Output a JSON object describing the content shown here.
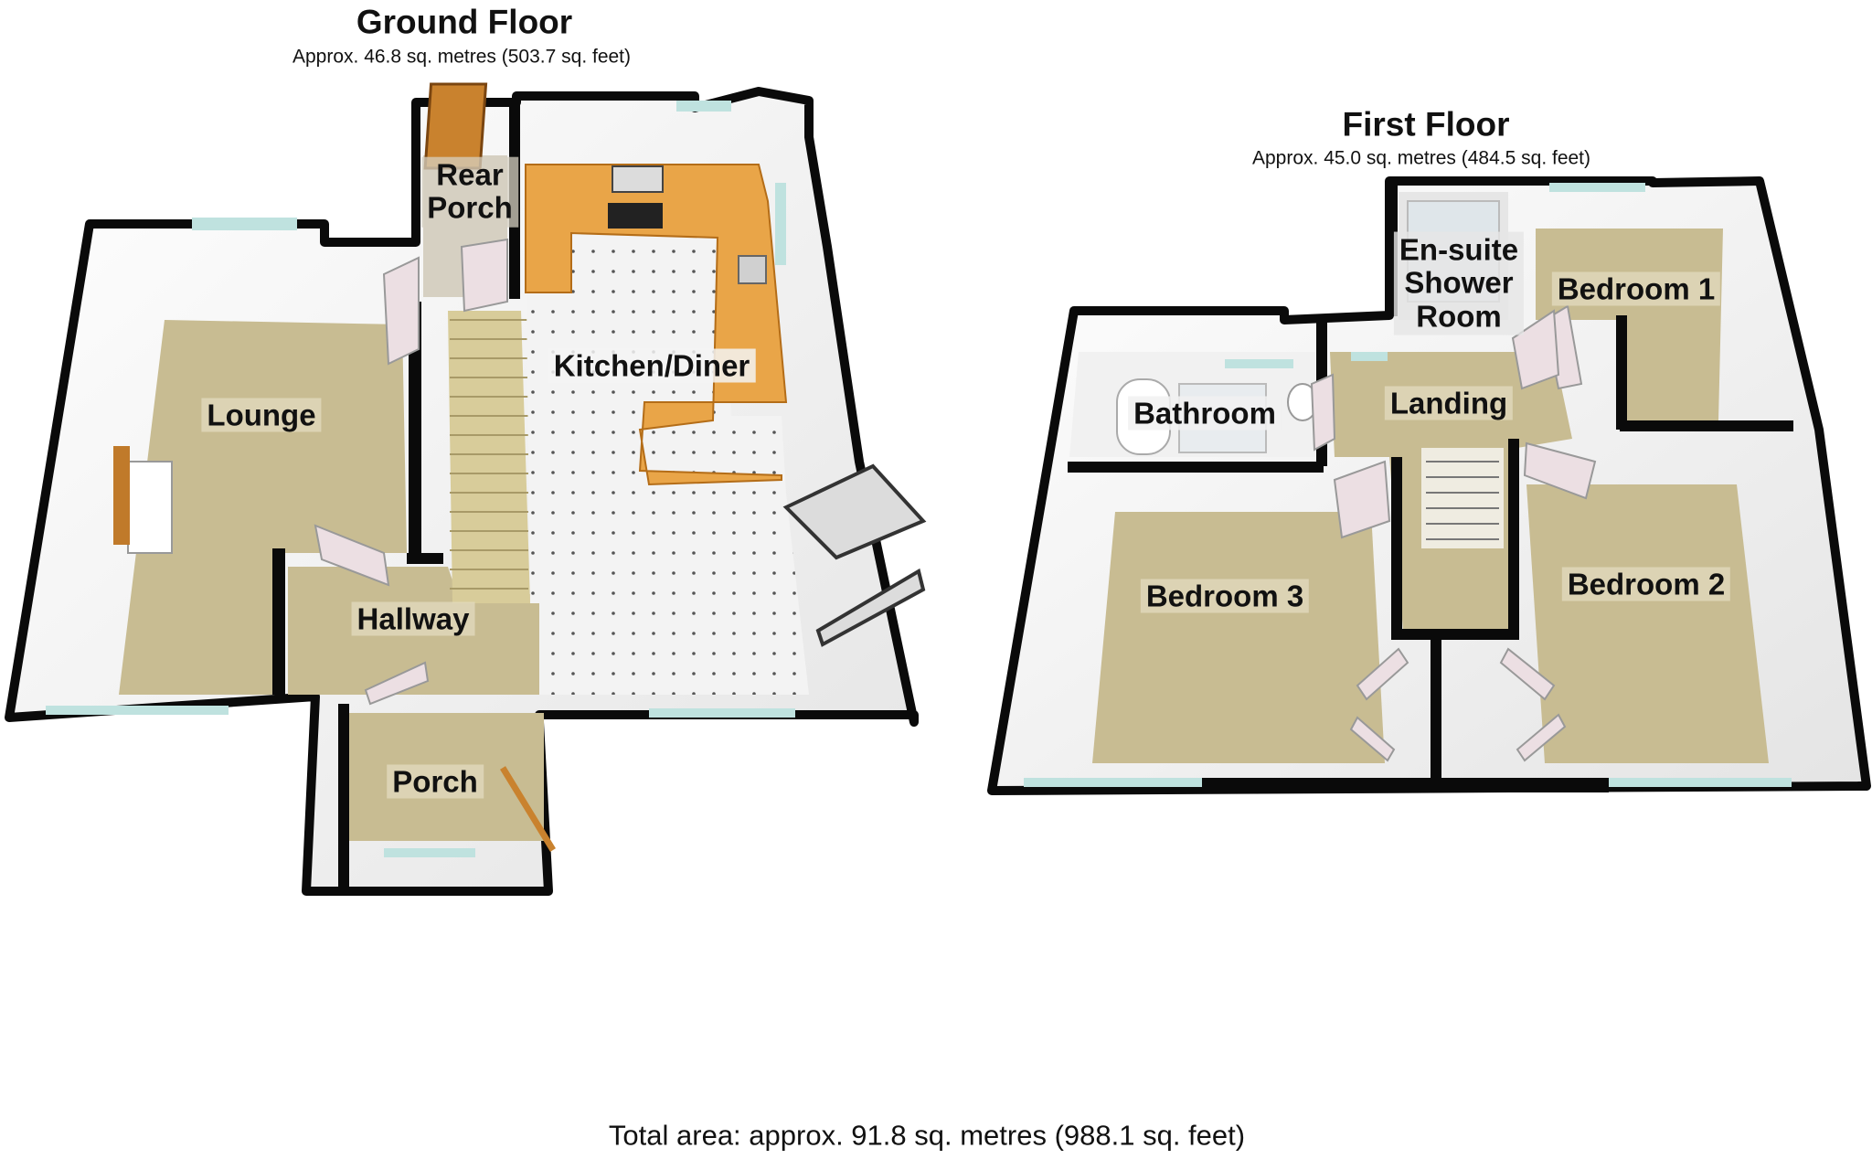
{
  "ground_floor": {
    "title": "Ground Floor",
    "area": "Approx. 46.8 sq. metres (503.7 sq. feet)",
    "rooms": {
      "rear_porch_line1": "Rear",
      "rear_porch_line2": "Porch",
      "kitchen_diner": "Kitchen/Diner",
      "lounge": "Lounge",
      "hallway": "Hallway",
      "porch": "Porch"
    }
  },
  "first_floor": {
    "title": "First Floor",
    "area": "Approx. 45.0 sq. metres (484.5 sq. feet)",
    "rooms": {
      "ensuite_line1": "En-suite",
      "ensuite_line2": "Shower",
      "ensuite_line3": "Room",
      "bedroom_1": "Bedroom 1",
      "bathroom": "Bathroom",
      "landing": "Landing",
      "bedroom_3": "Bedroom 3",
      "bedroom_2": "Bedroom 2"
    }
  },
  "total_area": "Total area: approx. 91.8 sq. metres (988.1 sq. feet)",
  "colors": {
    "wall": "#0a0a0a",
    "wall_inner": "#f1f1f1",
    "carpet": "#c8bc92",
    "tile": "#f4f4f4",
    "worktop": "#e9a548",
    "window": "#bfe2df",
    "door": "#ecdfe3"
  }
}
